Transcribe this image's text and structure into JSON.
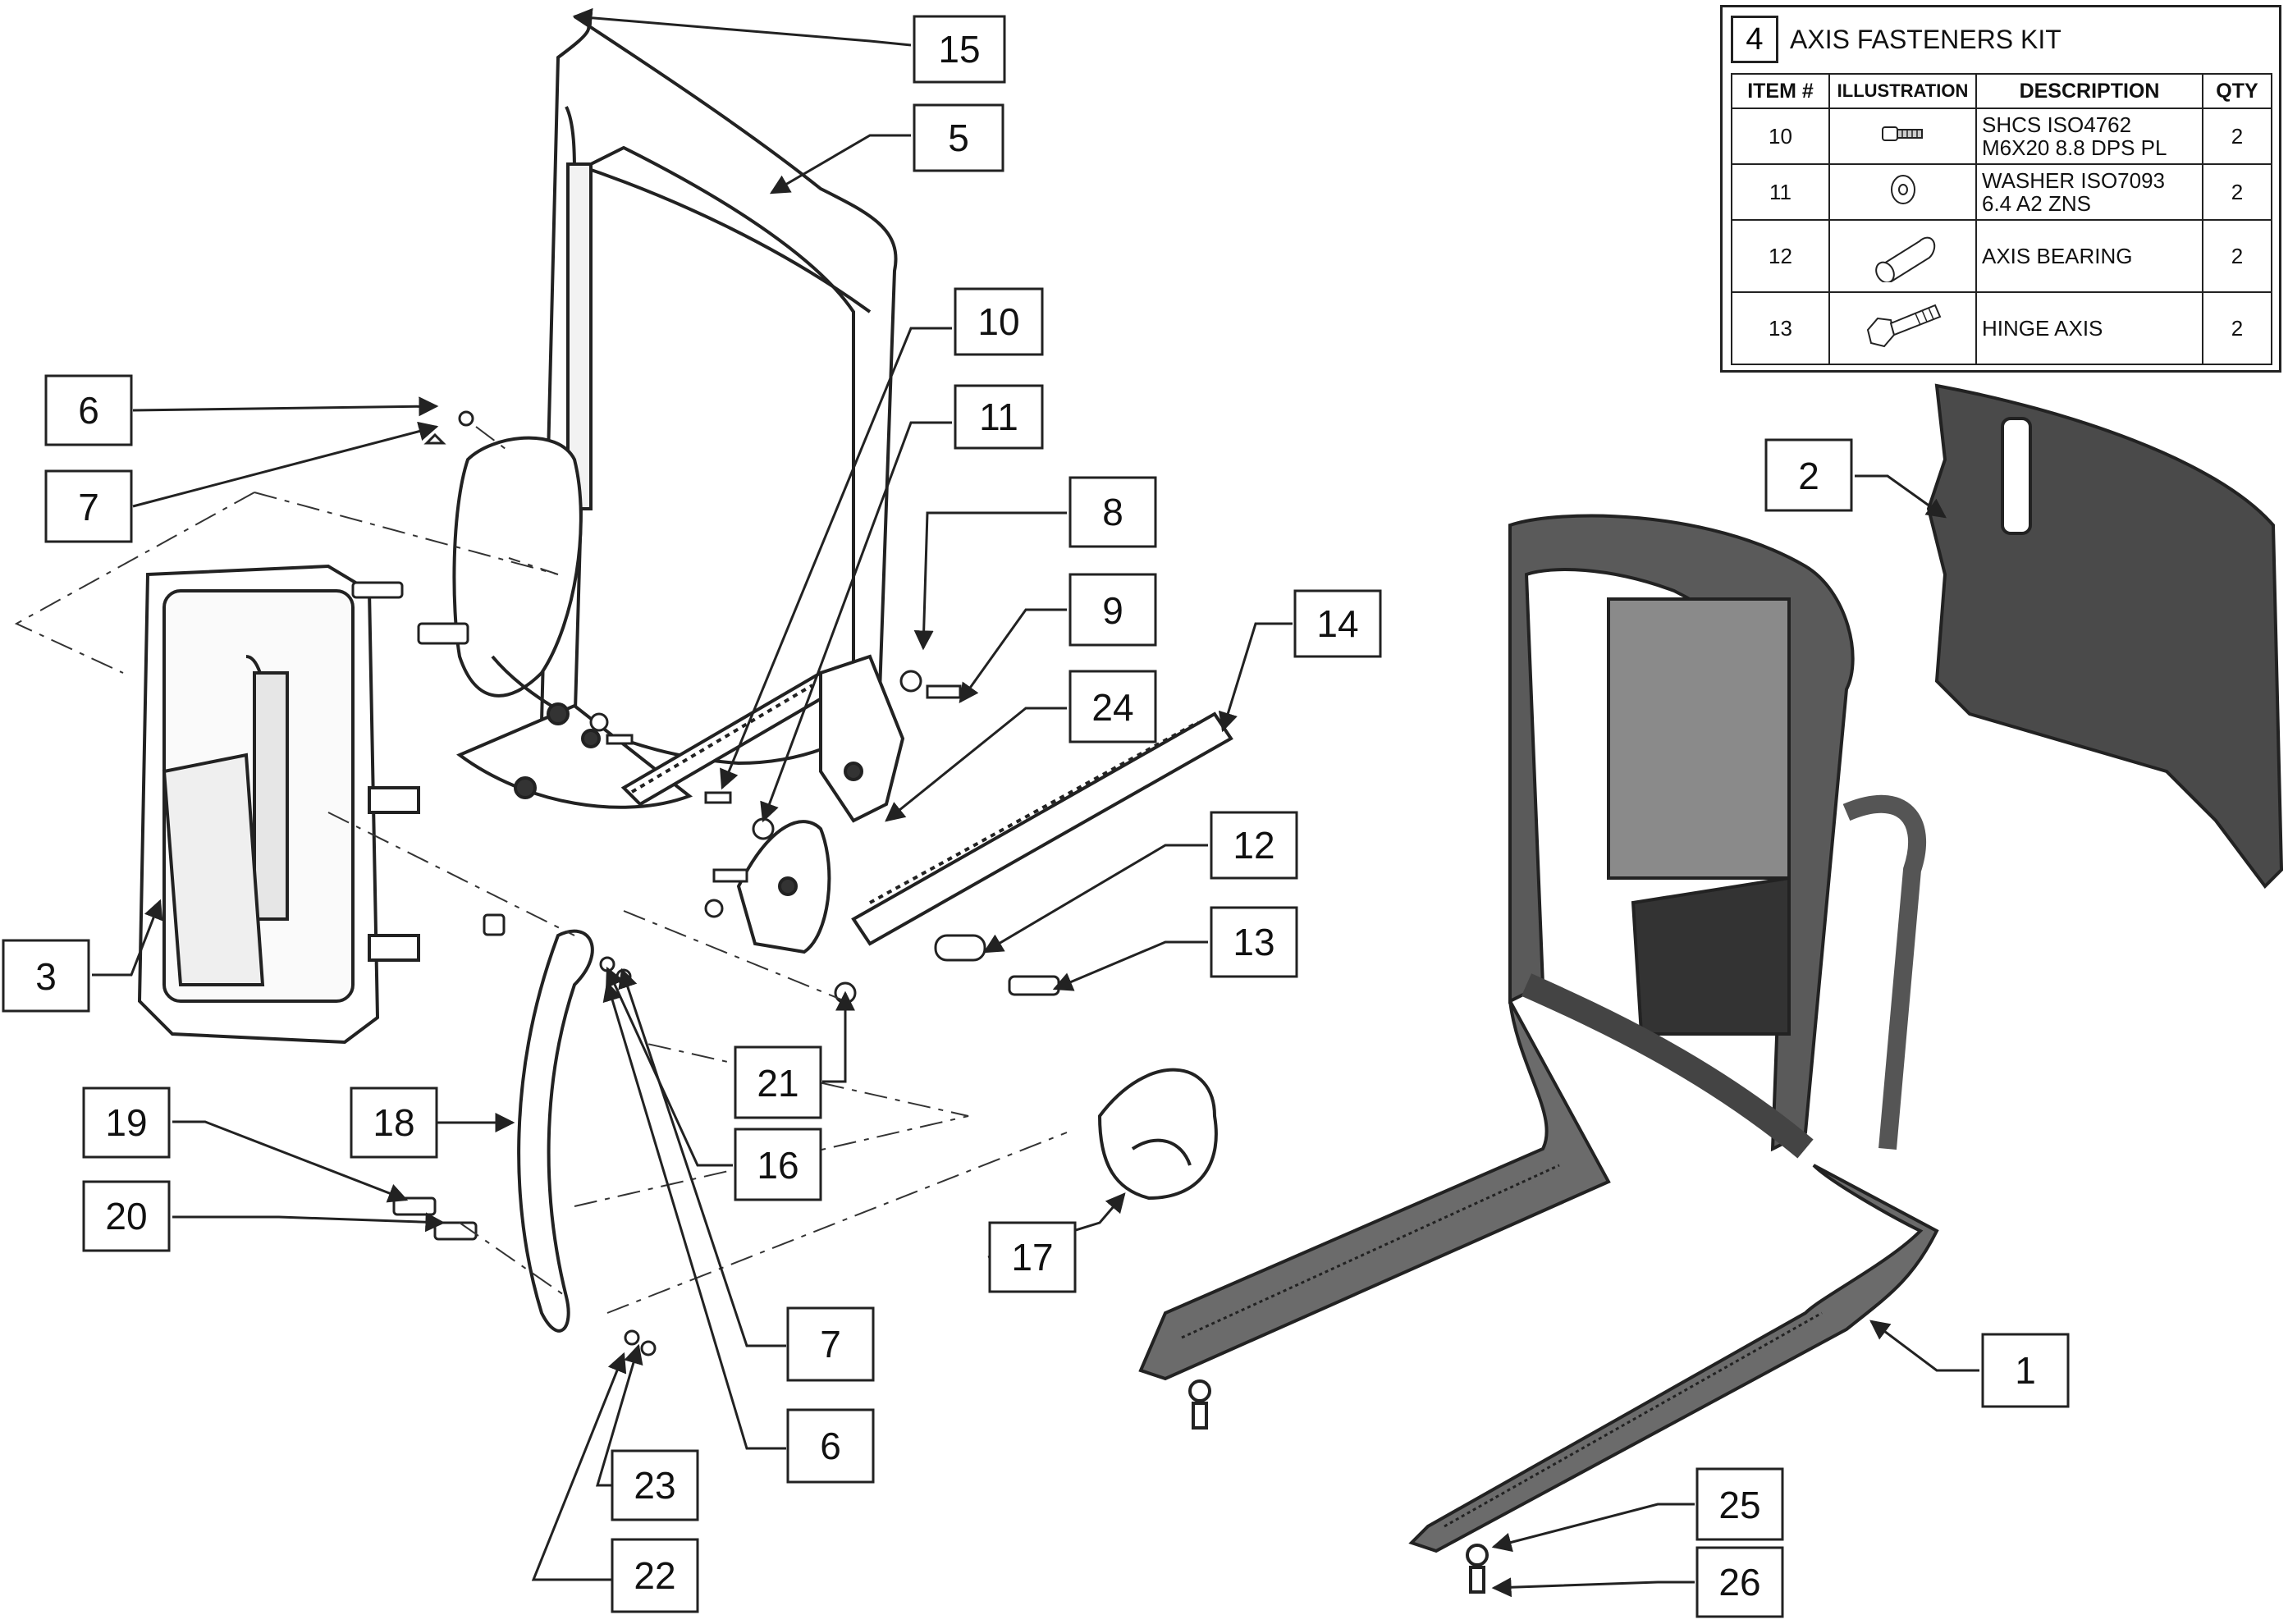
{
  "callouts": [
    {
      "id": "c15",
      "label": "15"
    },
    {
      "id": "c5",
      "label": "5"
    },
    {
      "id": "c10",
      "label": "10"
    },
    {
      "id": "c11",
      "label": "11"
    },
    {
      "id": "c6a",
      "label": "6"
    },
    {
      "id": "c7a",
      "label": "7"
    },
    {
      "id": "c8",
      "label": "8"
    },
    {
      "id": "c9",
      "label": "9"
    },
    {
      "id": "c14",
      "label": "14"
    },
    {
      "id": "c24",
      "label": "24"
    },
    {
      "id": "c12",
      "label": "12"
    },
    {
      "id": "c13",
      "label": "13"
    },
    {
      "id": "c3",
      "label": "3"
    },
    {
      "id": "c21",
      "label": "21"
    },
    {
      "id": "c19",
      "label": "19"
    },
    {
      "id": "c18",
      "label": "18"
    },
    {
      "id": "c16",
      "label": "16"
    },
    {
      "id": "c20",
      "label": "20"
    },
    {
      "id": "c17",
      "label": "17"
    },
    {
      "id": "c7b",
      "label": "7"
    },
    {
      "id": "c6b",
      "label": "6"
    },
    {
      "id": "c23",
      "label": "23"
    },
    {
      "id": "c22",
      "label": "22"
    },
    {
      "id": "c2",
      "label": "2"
    },
    {
      "id": "c1",
      "label": "1"
    },
    {
      "id": "c25",
      "label": "25"
    },
    {
      "id": "c26",
      "label": "26"
    }
  ],
  "kit": {
    "number": "4",
    "title": "AXIS FASTENERS KIT",
    "headers": {
      "item": "ITEM #",
      "illustration": "ILLUSTRATION",
      "description": "DESCRIPTION",
      "qty": "QTY"
    },
    "rows": [
      {
        "item": "10",
        "desc1": "SHCS ISO4762",
        "desc2": "M6X20 8.8 DPS PL",
        "qty": "2",
        "icon": "screw-icon"
      },
      {
        "item": "11",
        "desc1": "WASHER ISO7093",
        "desc2": "6.4 A2 ZNS",
        "qty": "2",
        "icon": "washer-icon"
      },
      {
        "item": "12",
        "desc1": "AXIS BEARING",
        "desc2": "",
        "qty": "2",
        "icon": "bearing-icon"
      },
      {
        "item": "13",
        "desc1": "HINGE AXIS",
        "desc2": "",
        "qty": "2",
        "icon": "bolt-icon"
      }
    ]
  },
  "colors": {
    "line": "#222222",
    "part_dark": "#4d4d4d",
    "part_mid": "#7a7a7a",
    "part_light": "#d9d9d9"
  }
}
